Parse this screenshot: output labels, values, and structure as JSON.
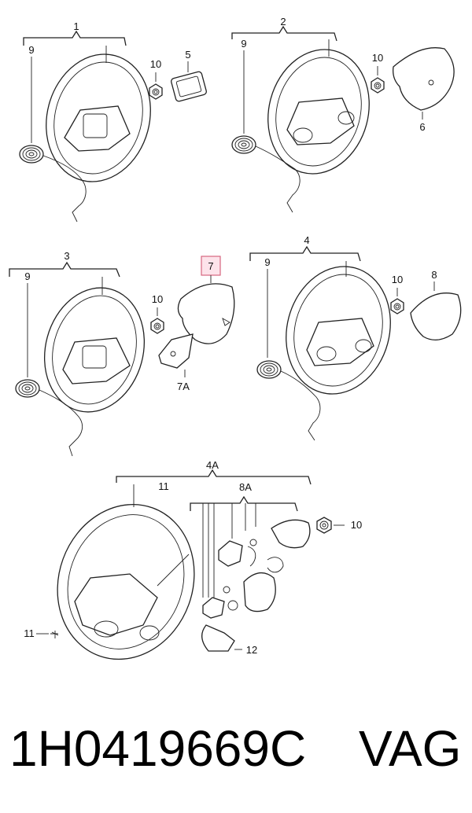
{
  "callouts": {
    "g1": "1",
    "g2": "2",
    "g3": "3",
    "g4": "4",
    "g4a": "4A",
    "n5": "5",
    "n6": "6",
    "n7": "7",
    "n7a": "7A",
    "n8": "8",
    "n8a": "8A",
    "n9": "9",
    "n10": "10",
    "n11": "11",
    "n12": "12"
  },
  "highlight_color": "#d6667f",
  "footer": {
    "part_number": "1H0419669C",
    "brand": "VAG"
  }
}
